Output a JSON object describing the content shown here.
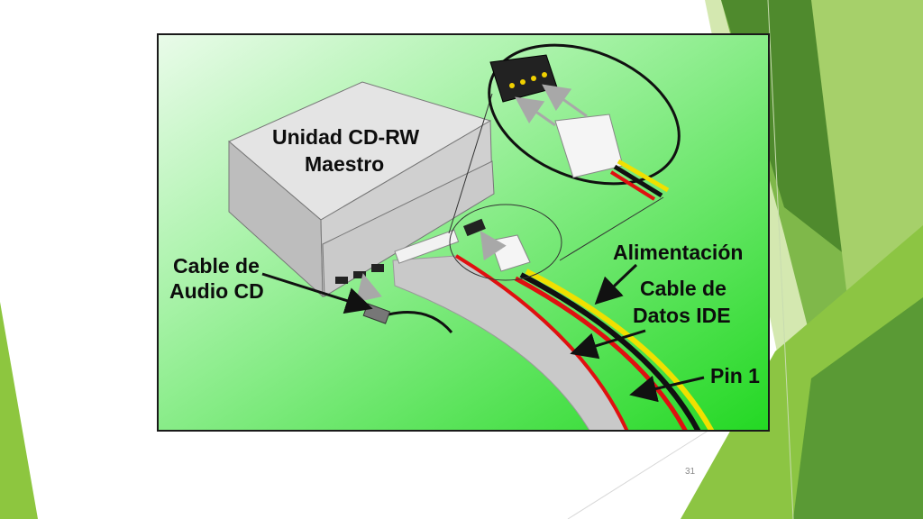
{
  "slide": {
    "number": "31"
  },
  "diagram": {
    "labels": {
      "drive_line1": "Unidad CD-RW",
      "drive_line2": "Maestro",
      "audio_line1": "Cable de",
      "audio_line2": "Audio CD",
      "power": "Alimentación",
      "data_line1": "Cable de",
      "data_line2": "Datos IDE",
      "pin": "Pin 1"
    }
  },
  "colors": {
    "slide_background": "#ffffff",
    "accent_green_light": "#8dc63f",
    "accent_green_dark": "#4f8a2d",
    "figure_background": "#3fe03f",
    "cable_grey": "#c8c8c8",
    "wire_red": "#e01010",
    "wire_yellow": "#f0e000",
    "wire_black": "#111111"
  }
}
